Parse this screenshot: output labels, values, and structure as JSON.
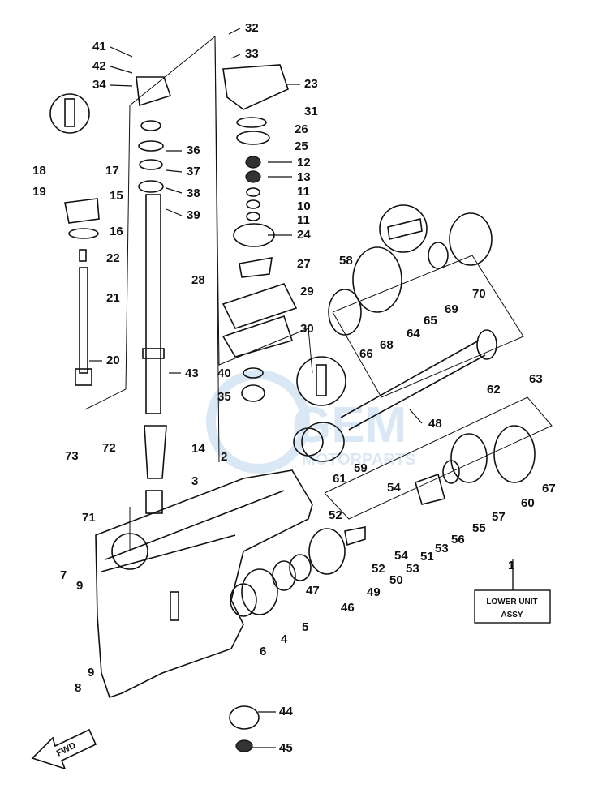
{
  "callouts": [
    "1",
    "2",
    "3",
    "4",
    "5",
    "6",
    "7",
    "8",
    "9",
    "9",
    "10",
    "11",
    "11",
    "12",
    "13",
    "14",
    "15",
    "16",
    "17",
    "18",
    "19",
    "20",
    "21",
    "22",
    "23",
    "24",
    "25",
    "26",
    "27",
    "28",
    "29",
    "30",
    "31",
    "32",
    "33",
    "34",
    "35",
    "36",
    "37",
    "38",
    "39",
    "40",
    "41",
    "42",
    "43",
    "44",
    "45",
    "46",
    "47",
    "48",
    "49",
    "50",
    "51",
    "52",
    "52",
    "53",
    "53",
    "54",
    "54",
    "55",
    "56",
    "57",
    "58",
    "59",
    "60",
    "61",
    "62",
    "63",
    "64",
    "65",
    "66",
    "67",
    "68",
    "69",
    "70",
    "71",
    "72",
    "73"
  ],
  "assy_box": {
    "line1": "LOWER UNIT",
    "line2": "ASSY"
  },
  "fwd_arrow": "FWD",
  "watermark": {
    "logo": "GEM",
    "sub": "MOTORPARTS"
  },
  "icons": [
    "shift-rod-detail-icon",
    "clip-detail-icon",
    "pin-detail-icon"
  ]
}
